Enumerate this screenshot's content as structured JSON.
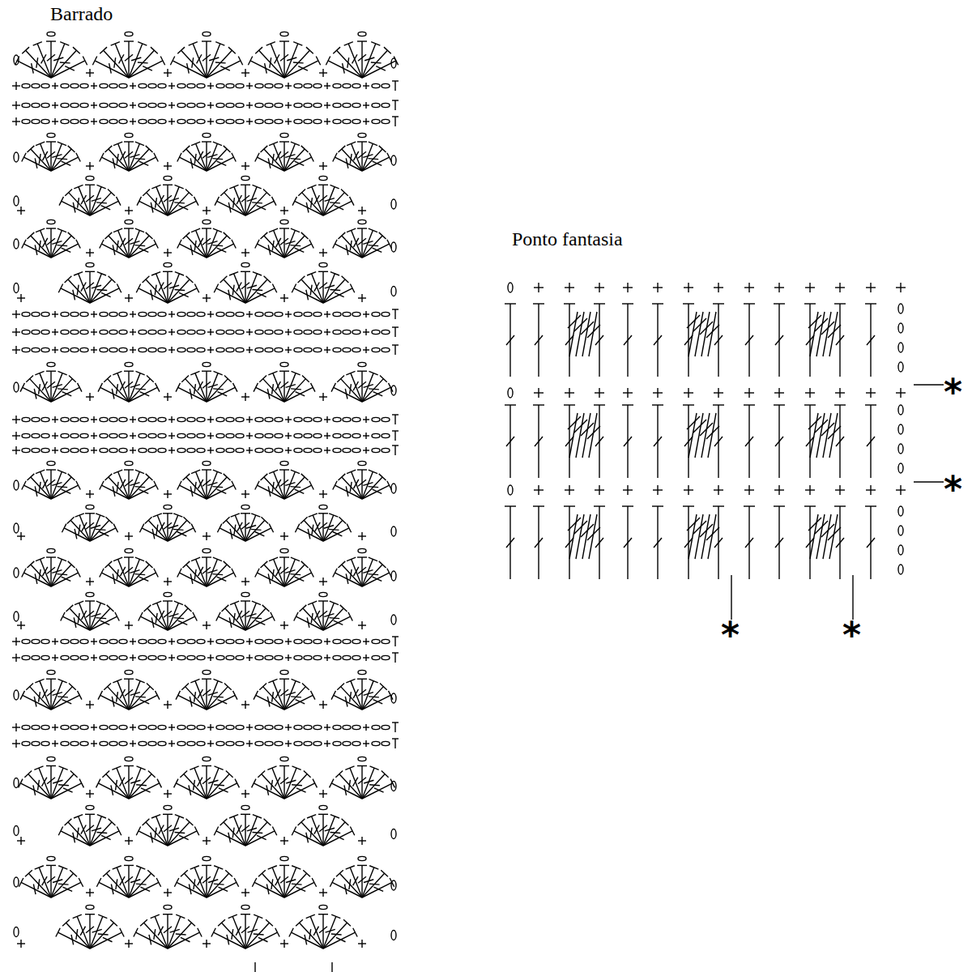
{
  "diagram": {
    "labels": [
      "Barrado",
      "Ponto fantasia",
      "*",
      "*",
      "*",
      "*"
    ]
  }
}
